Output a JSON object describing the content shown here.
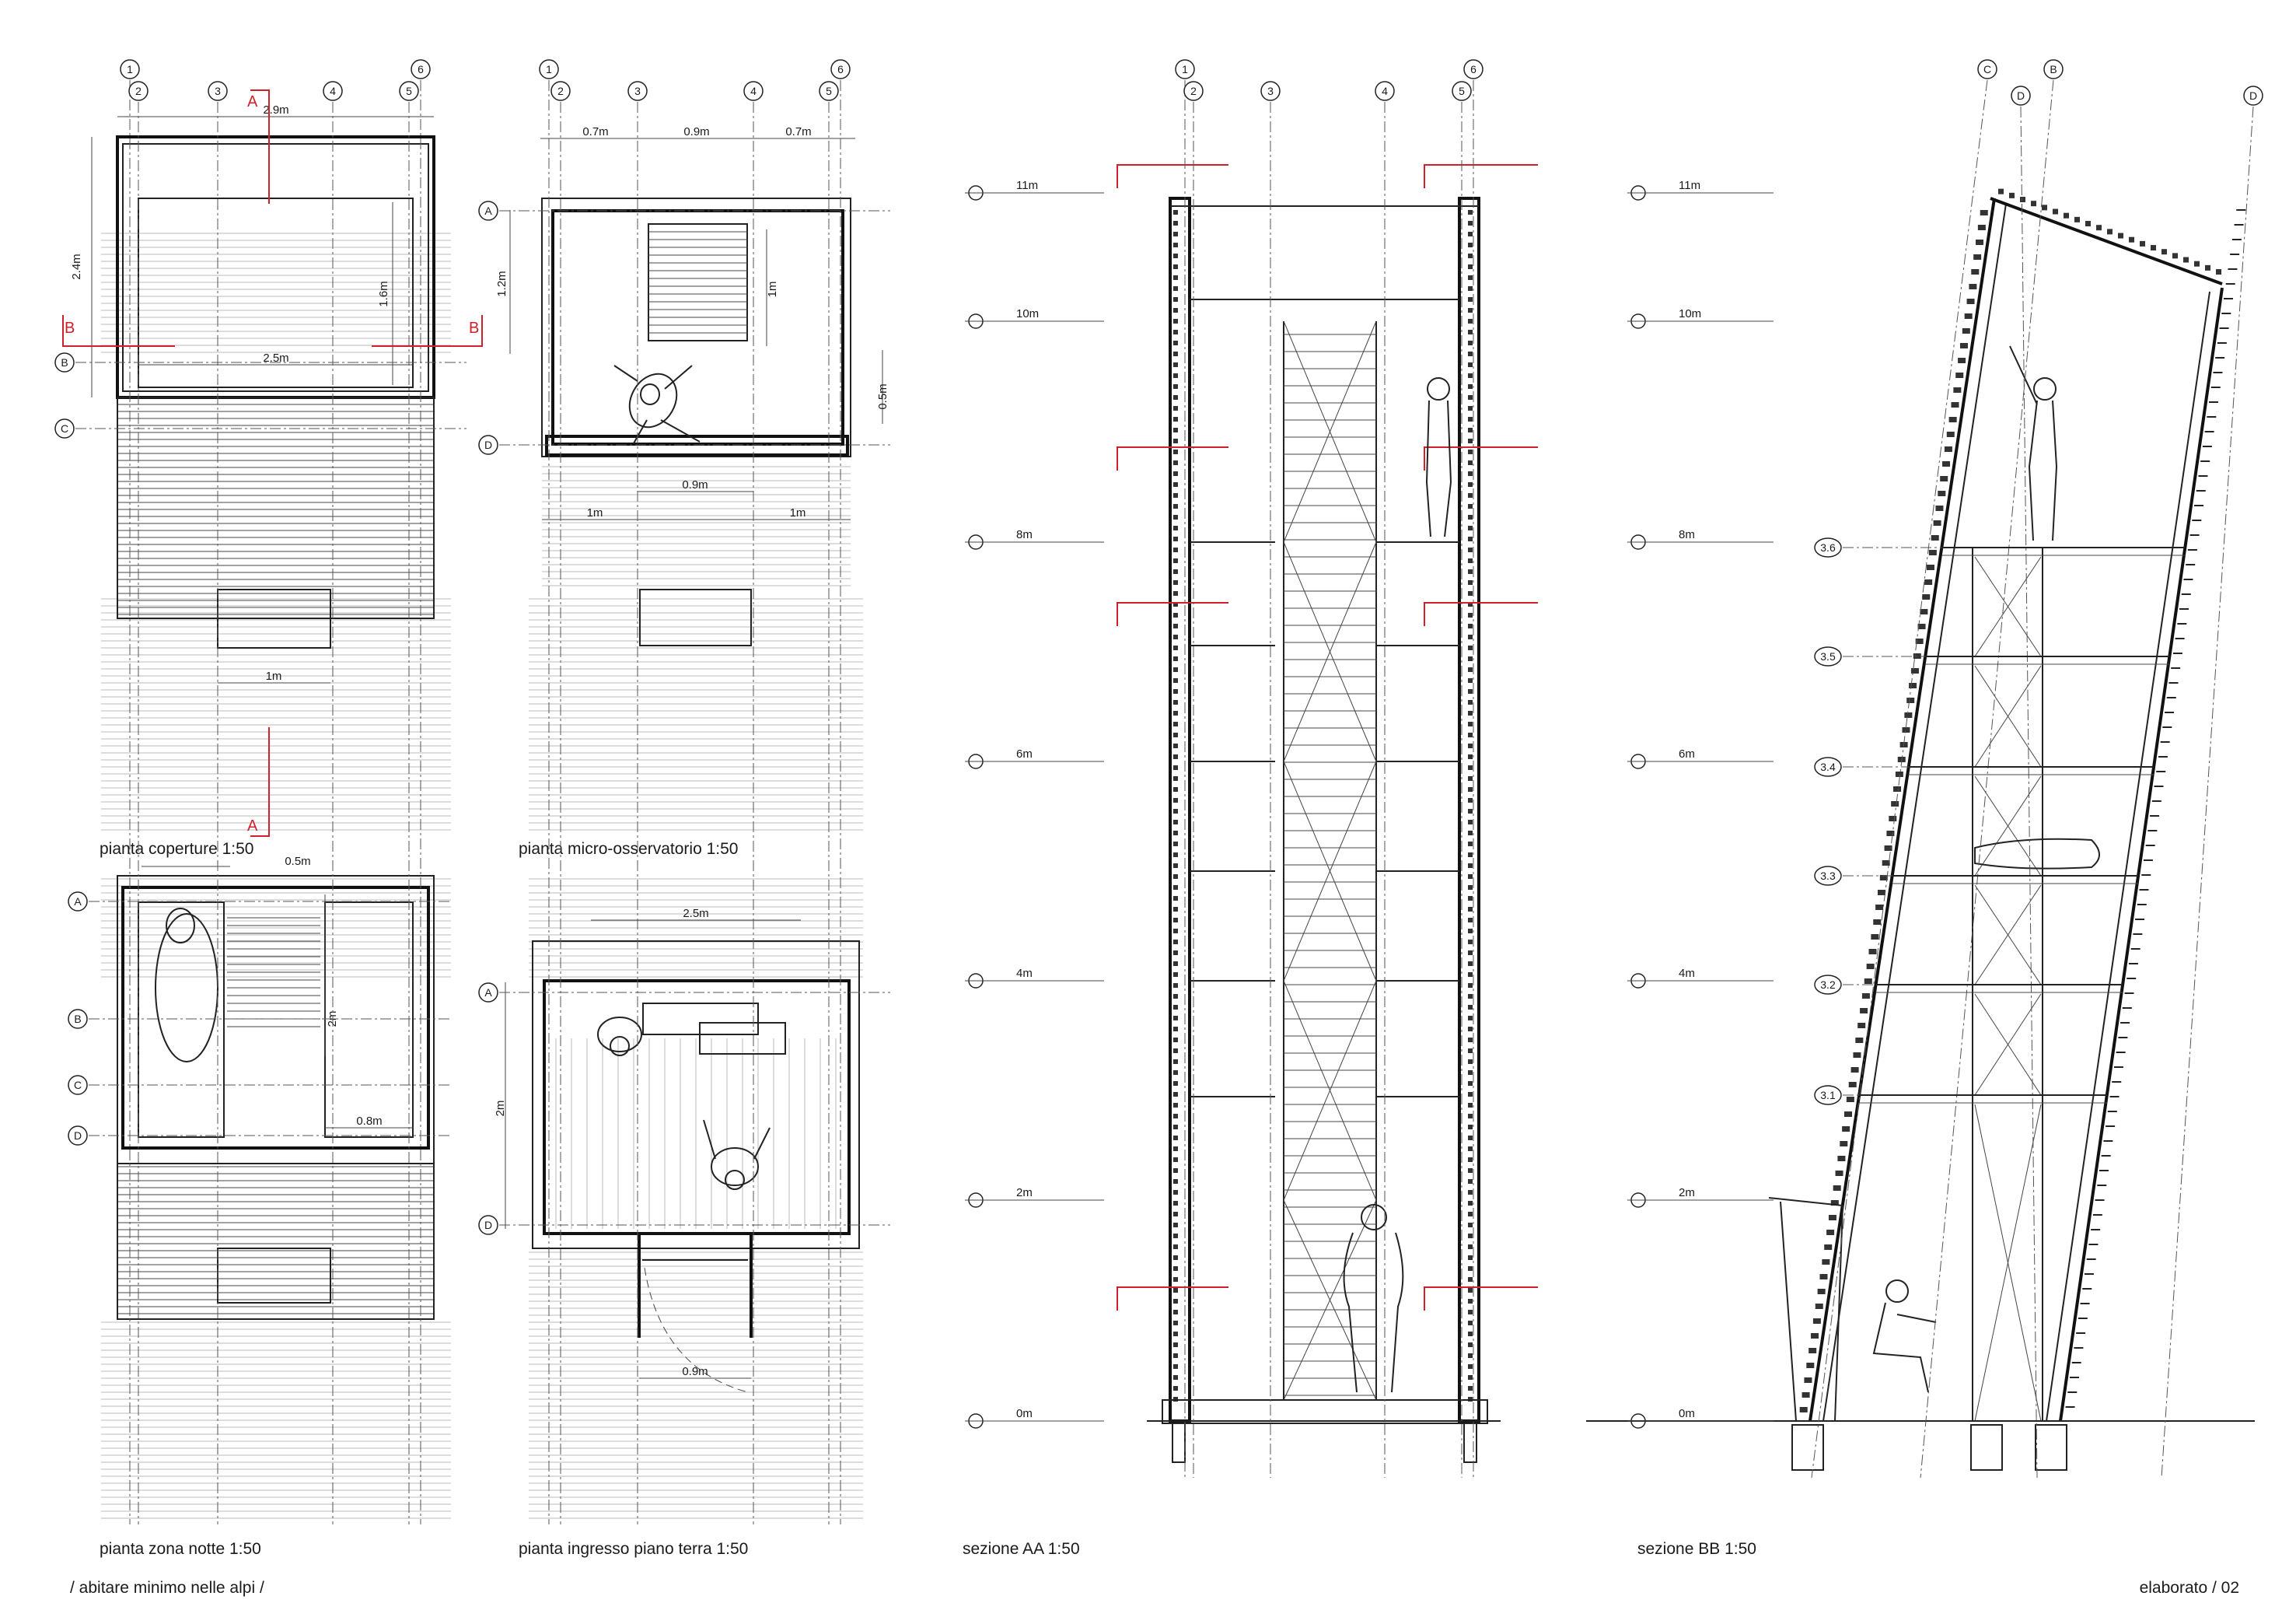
{
  "plans": {
    "roof": {
      "caption": "pianta coperture 1:50",
      "grid_cols": [
        "1",
        "2",
        "3",
        "4",
        "5",
        "6"
      ],
      "grid_rows": [
        "B",
        "C"
      ],
      "dims": {
        "width": "2.9m",
        "depth": "2.4m",
        "inner_depth": "1.6m",
        "inner_width": "2.5m",
        "hatch": "1m"
      },
      "section_marks": {
        "a_top": "A",
        "a_bottom": "A",
        "b_left": "B",
        "b_right": "B"
      }
    },
    "observatory": {
      "caption": "pianta micro-osservatorio 1:50",
      "grid_cols": [
        "1",
        "2",
        "3",
        "4",
        "5",
        "6"
      ],
      "grid_rows": [
        "A",
        "D"
      ],
      "dims": {
        "left": "0.7m",
        "center": "0.9m",
        "right": "0.7m",
        "depth": "1.2m",
        "stair": "1m",
        "side": "0.5m",
        "bottom_center": "0.9m",
        "bottom_left": "1m",
        "bottom_right": "1m"
      }
    },
    "night": {
      "caption": "pianta zona notte 1:50",
      "grid_rows": [
        "A",
        "B",
        "C",
        "D"
      ],
      "dims": {
        "top": "0.5m",
        "depth": "2m",
        "bed": "0.8m"
      }
    },
    "entrance": {
      "caption": "pianta ingresso piano terra 1:50",
      "grid_rows": [
        "A",
        "D"
      ],
      "dims": {
        "width": "2.5m",
        "depth": "2m",
        "door": "0.9m"
      }
    }
  },
  "sections": {
    "aa": {
      "caption": "sezione AA 1:50",
      "grid_cols": [
        "1",
        "2",
        "3",
        "4",
        "5",
        "6"
      ],
      "levels": [
        "11m",
        "10m",
        "8m",
        "6m",
        "4m",
        "2m",
        "0m"
      ]
    },
    "bb": {
      "caption": "sezione BB 1:50",
      "grid_cols": [
        "C",
        "B",
        "D",
        "D"
      ],
      "levels": [
        "11m",
        "10m",
        "8m",
        "6m",
        "4m",
        "2m",
        "0m"
      ],
      "floors": [
        "3.6",
        "3.5",
        "3.4",
        "3.3",
        "3.2",
        "3.1"
      ]
    }
  },
  "footer": {
    "project": "/ abitare minimo nelle alpi /",
    "sheet": "elaborato / 02"
  },
  "accent_color": "#d0202a"
}
